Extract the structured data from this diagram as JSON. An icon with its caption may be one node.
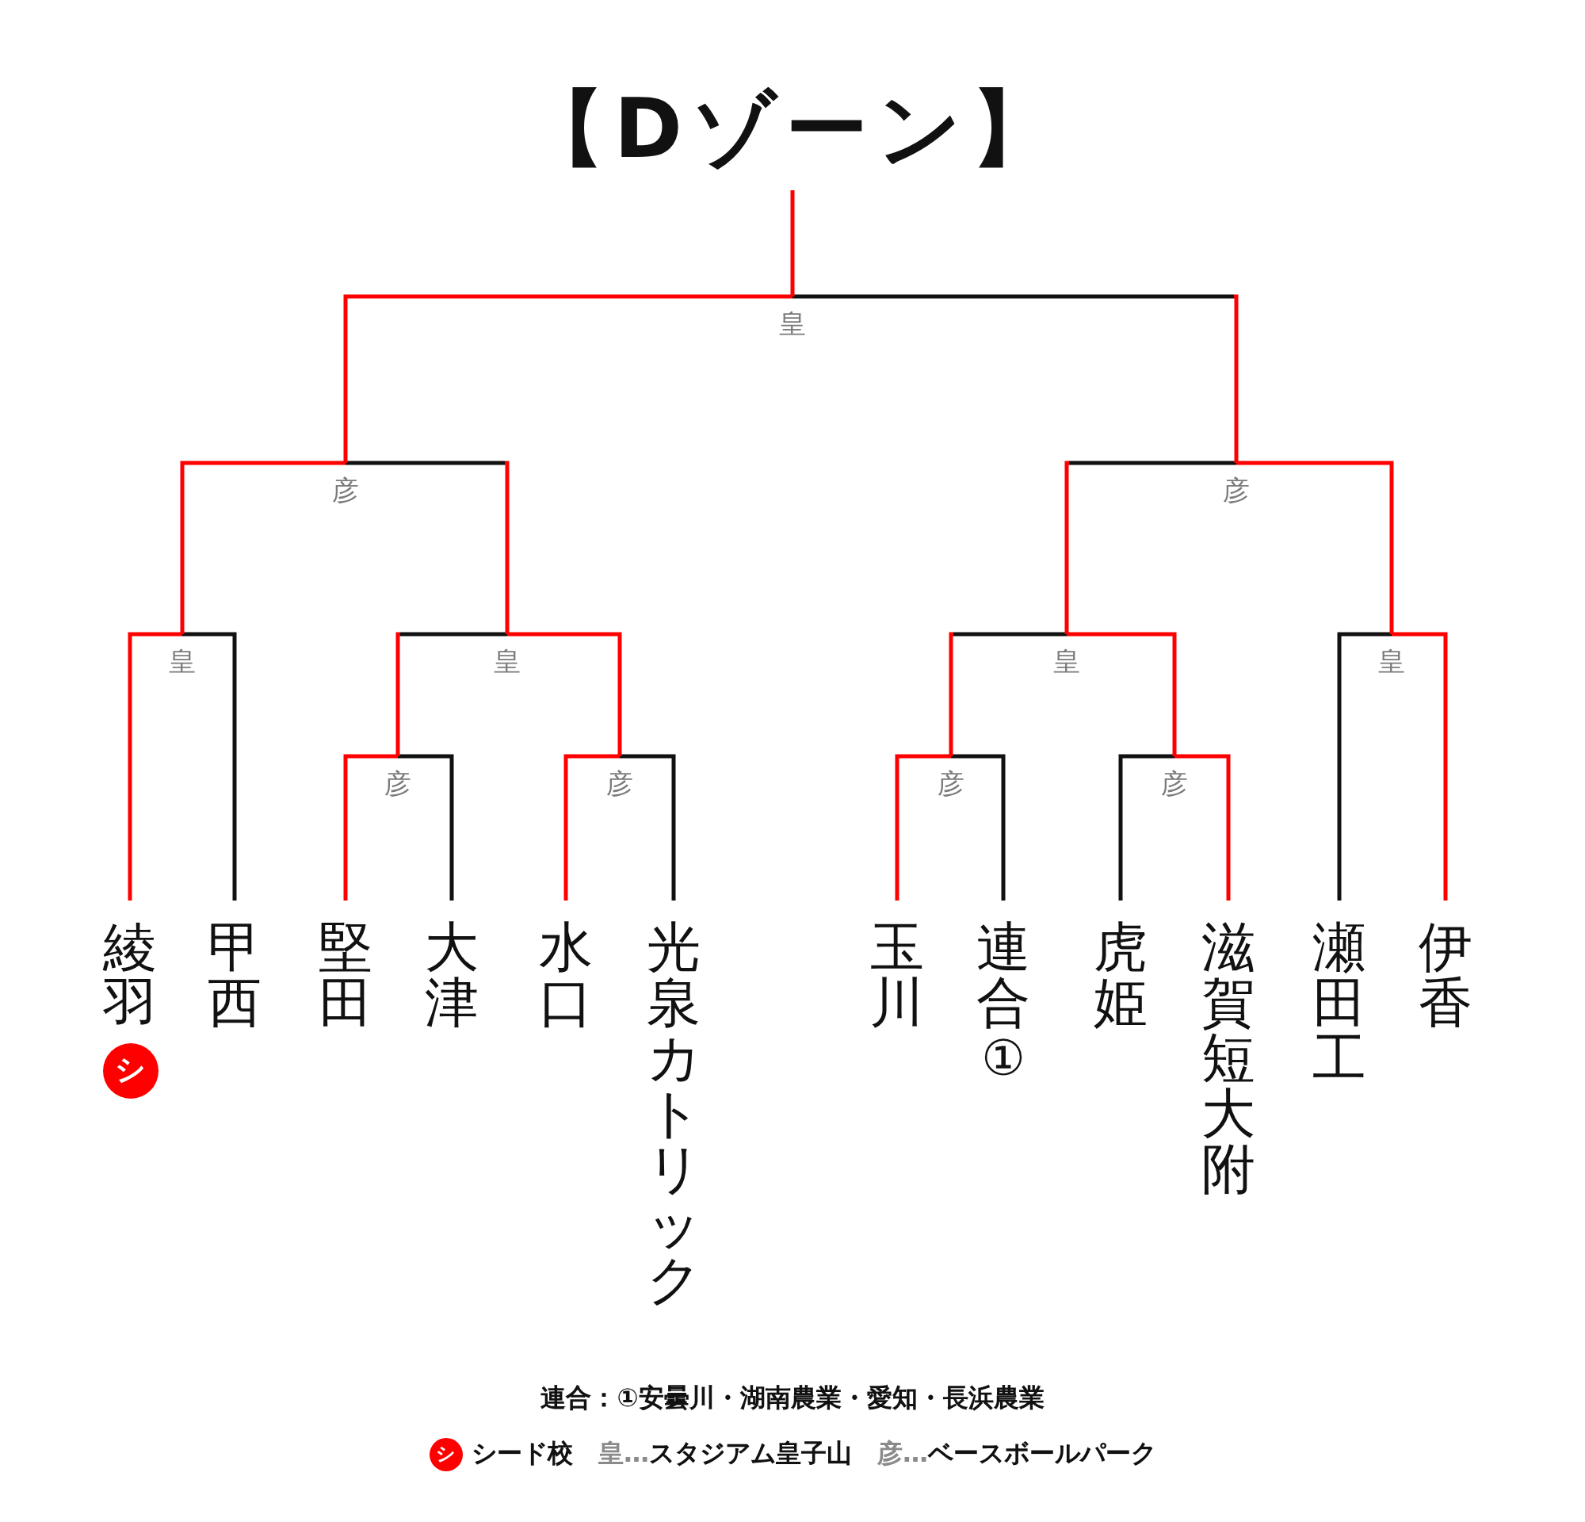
{
  "diagram": {
    "title": "【Dゾーン】",
    "nodes": [
      {
        "text": [
          "皇"
        ]
      },
      {
        "text": [
          "彦"
        ]
      },
      {
        "text": [
          "彦"
        ]
      },
      {
        "text": [
          "皇"
        ]
      },
      {
        "text": [
          "皇"
        ]
      },
      {
        "text": [
          "皇"
        ]
      },
      {
        "text": [
          "皇"
        ]
      },
      {
        "text": [
          "彦"
        ]
      },
      {
        "text": [
          "彦"
        ]
      },
      {
        "text": [
          "彦"
        ]
      },
      {
        "text": [
          "彦"
        ]
      },
      {
        "text": [
          "綾羽",
          "シ"
        ]
      },
      {
        "text": [
          "甲西"
        ]
      },
      {
        "text": [
          "堅田"
        ]
      },
      {
        "text": [
          "大津"
        ]
      },
      {
        "text": [
          "水口"
        ]
      },
      {
        "text": [
          "光泉カトリック"
        ]
      },
      {
        "text": [
          "玉川"
        ]
      },
      {
        "text": [
          "連合",
          "①"
        ]
      },
      {
        "text": [
          "虎姫"
        ]
      },
      {
        "text": [
          "滋賀短大附"
        ]
      },
      {
        "text": [
          "瀬田工"
        ]
      },
      {
        "text": [
          "伊香"
        ]
      }
    ],
    "edges": [
      {
        "from": 11,
        "to": 3,
        "arrow": "none"
      },
      {
        "from": 12,
        "to": 3,
        "arrow": "none",
        "color": "#111111"
      },
      {
        "from": 13,
        "to": 7,
        "arrow": "none"
      },
      {
        "from": 14,
        "to": 7,
        "arrow": "none",
        "color": "#111111"
      },
      {
        "from": 15,
        "to": 8,
        "arrow": "none"
      },
      {
        "from": 16,
        "to": 8,
        "arrow": "none",
        "color": "#111111"
      },
      {
        "from": 17,
        "to": 9,
        "arrow": "none"
      },
      {
        "from": 18,
        "to": 9,
        "arrow": "none",
        "color": "#111111"
      },
      {
        "from": 19,
        "to": 10,
        "arrow": "none",
        "color": "#111111"
      },
      {
        "from": 20,
        "to": 10,
        "arrow": "none"
      },
      {
        "from": 21,
        "to": 6,
        "arrow": "none",
        "color": "#111111"
      },
      {
        "from": 22,
        "to": 6,
        "arrow": "none"
      },
      {
        "from": 7,
        "to": 4,
        "arrow": "none",
        "color": "#111111"
      },
      {
        "from": 8,
        "to": 4,
        "arrow": "none"
      },
      {
        "from": 9,
        "to": 5,
        "arrow": "none",
        "color": "#111111"
      },
      {
        "from": 10,
        "to": 5,
        "arrow": "none"
      },
      {
        "from": 3,
        "to": 1,
        "arrow": "none"
      },
      {
        "from": 4,
        "to": 1,
        "arrow": "none",
        "color": "#111111"
      },
      {
        "from": 5,
        "to": 2,
        "arrow": "none",
        "color": "#111111"
      },
      {
        "from": 6,
        "to": 2,
        "arrow": "none"
      },
      {
        "from": 1,
        "to": 0,
        "arrow": "none"
      },
      {
        "from": 2,
        "to": 0,
        "arrow": "none",
        "color": "#111111"
      },
      {
        "from": 0,
        "to": null,
        "arrow": "none"
      }
    ],
    "labels": [
      "連合：①安曇川・湖南農業・愛知・長浜農業",
      "シ"
    ],
    "legend": [
      {
        "text": "シード校",
        "color": "#ff0000"
      },
      {
        "text": "皇…スタジアム皇子山"
      },
      {
        "text": "彦…ベースボールパーク"
      }
    ]
  }
}
